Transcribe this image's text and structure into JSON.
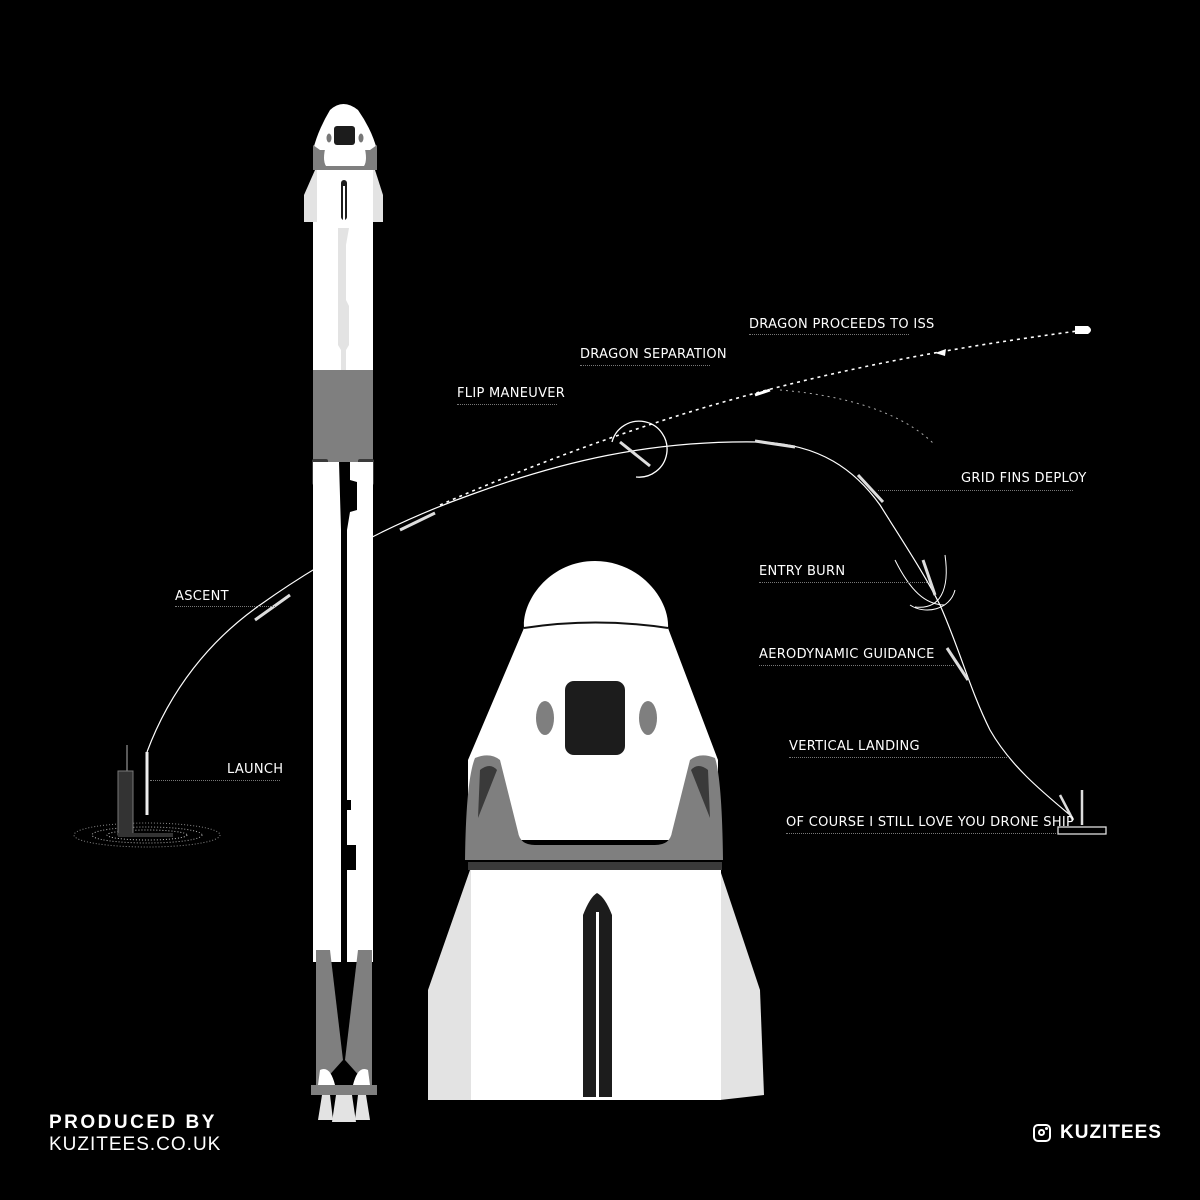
{
  "colors": {
    "background": "#000000",
    "white": "#ffffff",
    "light_grey": "#e3e3e3",
    "mid_grey": "#7f7f7f",
    "dark_grey": "#3a3a3a",
    "window_black": "#1c1c1c"
  },
  "stages": [
    {
      "label": "LAUNCH"
    },
    {
      "label": "ASCENT"
    },
    {
      "label": "FLIP MANEUVER"
    },
    {
      "label": "DRAGON SEPARATION"
    },
    {
      "label": "DRAGON PROCEEDS TO ISS"
    },
    {
      "label": "GRID FINS DEPLOY"
    },
    {
      "label": "ENTRY BURN"
    },
    {
      "label": "AERODYNAMIC GUIDANCE"
    },
    {
      "label": "VERTICAL LANDING"
    },
    {
      "label": "OF COURSE I STILL LOVE YOU DRONE SHIP"
    }
  ],
  "credit": {
    "line1": "PRODUCED BY",
    "line2": "KUZITEES.CO.UK"
  },
  "social": {
    "icon": "instagram-icon",
    "handle": "KUZITEES"
  },
  "illustrations": {
    "rocket": "falcon-9-with-crew-dragon",
    "capsule": "crew-dragon-capsule-closeup"
  }
}
